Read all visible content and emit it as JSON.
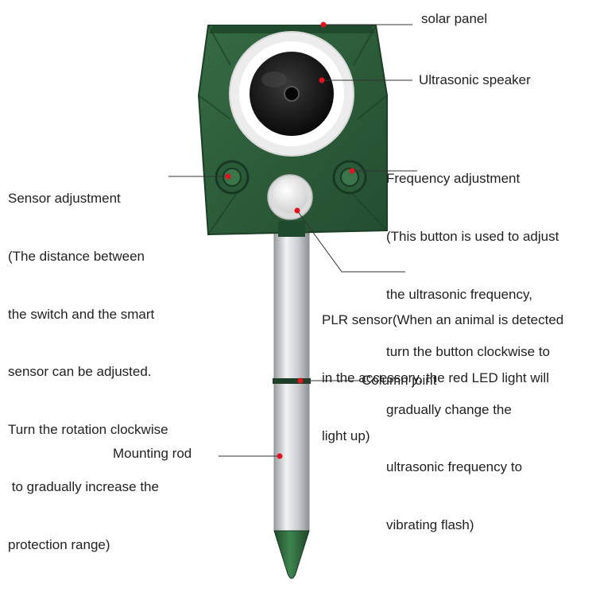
{
  "diagram": {
    "subject": "ultrasonic animal repeller",
    "labels": {
      "solar_panel": "solar panel",
      "ultrasonic_speaker": "Ultrasonic speaker",
      "frequency_adjustment": [
        "Frequency adjustment",
        "(This button is used to adjust",
        "the ultrasonic frequency,",
        "turn the button clockwise to",
        "gradually change the",
        "ultrasonic frequency to",
        "vibrating flash)"
      ],
      "sensor_adjustment": [
        "Sensor adjustment",
        "(The distance between",
        "the switch and the smart",
        "sensor can be adjusted.",
        "Turn the rotation clockwise",
        " to gradually increase the",
        "protection range)"
      ],
      "plr_sensor": [
        "PLR sensor(When an animal is detected",
        "in the accessory, the red LED light will",
        "light up)"
      ],
      "column_joint": "Column joint",
      "mounting_rod": "Mounting rod"
    },
    "colors": {
      "housing": "#2d5c3a",
      "housing_dark": "#1f4229",
      "ring": "#f2f2f2",
      "speaker": "#111111",
      "rod": "#cfd2d4",
      "tip": "#2f6a3c",
      "marker": "#e0141e",
      "leader": "#333333"
    }
  }
}
